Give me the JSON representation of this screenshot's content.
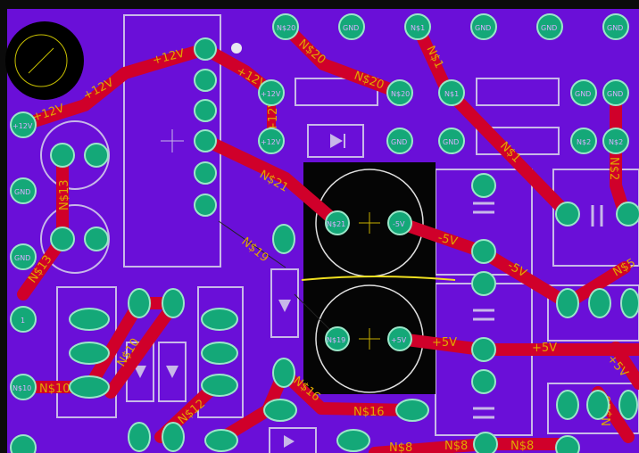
{
  "colors": {
    "board": "#6a0fd8",
    "copper_top": "#d0002a",
    "pad": "#14a878",
    "silkscreen": "#c8b8e8",
    "label": "#e0a800",
    "cap_body": "#000000",
    "yellow_mark": "#f0e020"
  },
  "pads": {
    "top_row": [
      "N$20",
      "GND",
      "N$1",
      "GND",
      "GND",
      "GND"
    ],
    "r2": [
      "+12V",
      "N$20",
      "N$1",
      "GND",
      "GND"
    ],
    "r3": [
      "+12V",
      "GND",
      "GND",
      "N$2",
      "N$2"
    ],
    "left": [
      "+12V",
      "GND",
      "GND",
      "1",
      "N$10"
    ],
    "cap_top": [
      "N$21",
      "-5V"
    ],
    "cap_bot": [
      "N$19",
      "+5V"
    ]
  },
  "nets": {
    "p12_a": "+12V",
    "p12_b": "+12V",
    "p12_c": "+12V",
    "p12_d": "+12V",
    "p12_v": "+12V",
    "n20_a": "N$20",
    "n20_b": "N$20",
    "n1_a": "N$1",
    "n1_b": "N$1",
    "n21": "N$21",
    "n13_a": "N$13",
    "n13_b": "N$13",
    "n19": "N$19",
    "m5_a": "-5V",
    "m5_b": "-5V",
    "p5_a": "+5V",
    "p5_b": "+5V",
    "p5_c": "+5V",
    "n10_a": "N$10",
    "n10_b": "N$10",
    "n12": "N$12",
    "n16_a": "N$16",
    "n16_b": "N$16",
    "n8_a": "N$8",
    "n8_b": "N$8",
    "n8_c": "N$8",
    "n2": "N$2",
    "n26": "N$26",
    "n5_": "N$5"
  }
}
